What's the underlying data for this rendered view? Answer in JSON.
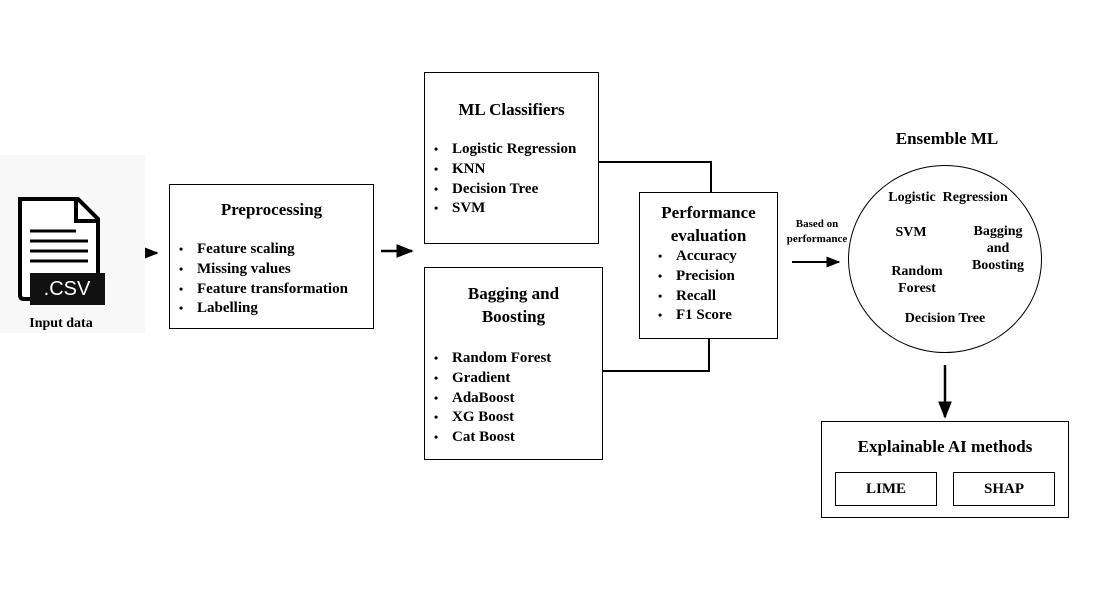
{
  "input": {
    "file_ext": ".CSV",
    "caption": "Input data"
  },
  "preprocessing": {
    "title": "Preprocessing",
    "items": [
      "Feature scaling",
      "Missing values",
      "Feature transformation",
      "Labelling"
    ]
  },
  "ml_classifiers": {
    "title": "ML Classifiers",
    "items": [
      "Logistic Regression",
      "KNN",
      "Decision Tree",
      "SVM"
    ]
  },
  "bagging_boosting": {
    "title_line1": "Bagging and",
    "title_line2": "Boosting",
    "items": [
      "Random Forest",
      "Gradient",
      "AdaBoost",
      "XG Boost",
      "Cat Boost"
    ]
  },
  "performance": {
    "title_line1": "Performance",
    "title_line2": "evaluation",
    "items": [
      "Accuracy",
      "Precision",
      "Recall",
      "F1 Score"
    ]
  },
  "arrow_label": {
    "line1": "Based on",
    "line2": "performance"
  },
  "ensemble": {
    "title": "Ensemble ML",
    "logistic_regression": "Logistic  Regression",
    "svm": "SVM",
    "bagging_line1": "Bagging",
    "bagging_line2": "and",
    "bagging_line3": "Boosting",
    "random_forest_line1": "Random",
    "random_forest_line2": "Forest",
    "decision_tree": "Decision Tree"
  },
  "xai": {
    "title": "Explainable AI methods",
    "lime": "LIME",
    "shap": "SHAP"
  }
}
